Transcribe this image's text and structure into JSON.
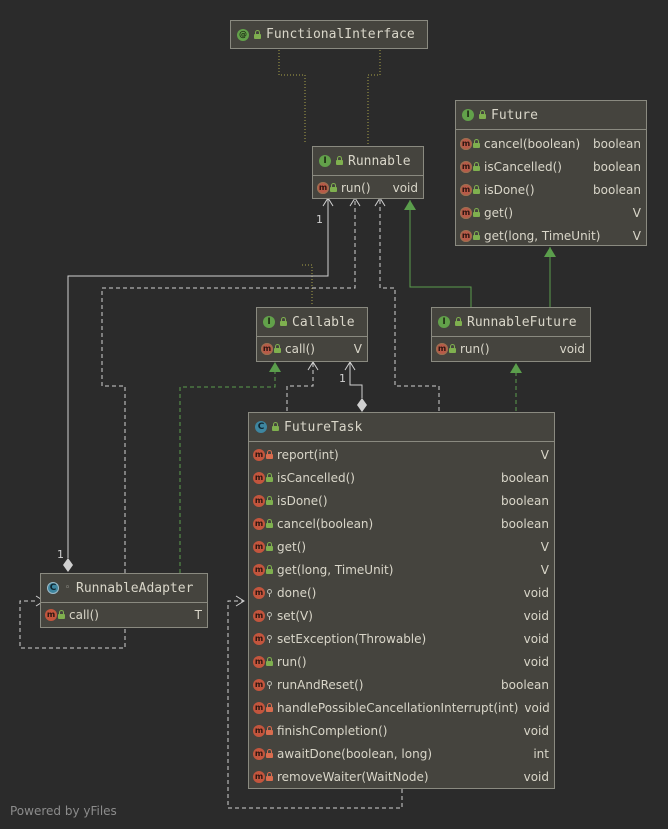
{
  "nodes": {
    "functional_interface": {
      "name": "FunctionalInterface"
    },
    "future": {
      "name": "Future",
      "members": [
        {
          "name": "cancel(boolean)",
          "type": "boolean"
        },
        {
          "name": "isCancelled()",
          "type": "boolean"
        },
        {
          "name": "isDone()",
          "type": "boolean"
        },
        {
          "name": "get()",
          "type": "V"
        },
        {
          "name": "get(long, TimeUnit)",
          "type": "V"
        }
      ]
    },
    "runnable": {
      "name": "Runnable",
      "members": [
        {
          "name": "run()",
          "type": "void"
        }
      ]
    },
    "callable": {
      "name": "Callable",
      "members": [
        {
          "name": "call()",
          "type": "V"
        }
      ]
    },
    "runnable_future": {
      "name": "RunnableFuture",
      "members": [
        {
          "name": "run()",
          "type": "void"
        }
      ]
    },
    "future_task": {
      "name": "FutureTask",
      "members": [
        {
          "name": "report(int)",
          "type": "V"
        },
        {
          "name": "isCancelled()",
          "type": "boolean"
        },
        {
          "name": "isDone()",
          "type": "boolean"
        },
        {
          "name": "cancel(boolean)",
          "type": "boolean"
        },
        {
          "name": "get()",
          "type": "V"
        },
        {
          "name": "get(long, TimeUnit)",
          "type": "V"
        },
        {
          "name": "done()",
          "type": "void"
        },
        {
          "name": "set(V)",
          "type": "void"
        },
        {
          "name": "setException(Throwable)",
          "type": "void"
        },
        {
          "name": "run()",
          "type": "void"
        },
        {
          "name": "runAndReset()",
          "type": "boolean"
        },
        {
          "name": "handlePossibleCancellationInterrupt(int)",
          "type": "void"
        },
        {
          "name": "finishCompletion()",
          "type": "void"
        },
        {
          "name": "awaitDone(boolean, long)",
          "type": "int"
        },
        {
          "name": "removeWaiter(WaitNode)",
          "type": "void"
        }
      ]
    },
    "runnable_adapter": {
      "name": "RunnableAdapter",
      "members": [
        {
          "name": "call()",
          "type": "T"
        }
      ]
    }
  },
  "multiplicity": {
    "runnable": "1",
    "callable": "1",
    "adapter": "1"
  },
  "footer": "Powered by yFiles",
  "colors": {
    "background": "#2b2b2b",
    "node_fill": "#45443e",
    "node_border": "#8a8a80",
    "realization": "#5b9e4c",
    "association": "#d0d0d0",
    "annotation": "#a8a34a"
  },
  "icons": {
    "annotation": "annotation-icon",
    "interface": "interface-icon",
    "class": "class-icon",
    "abstract_class": "abstract-class-icon",
    "method": "method-icon"
  }
}
